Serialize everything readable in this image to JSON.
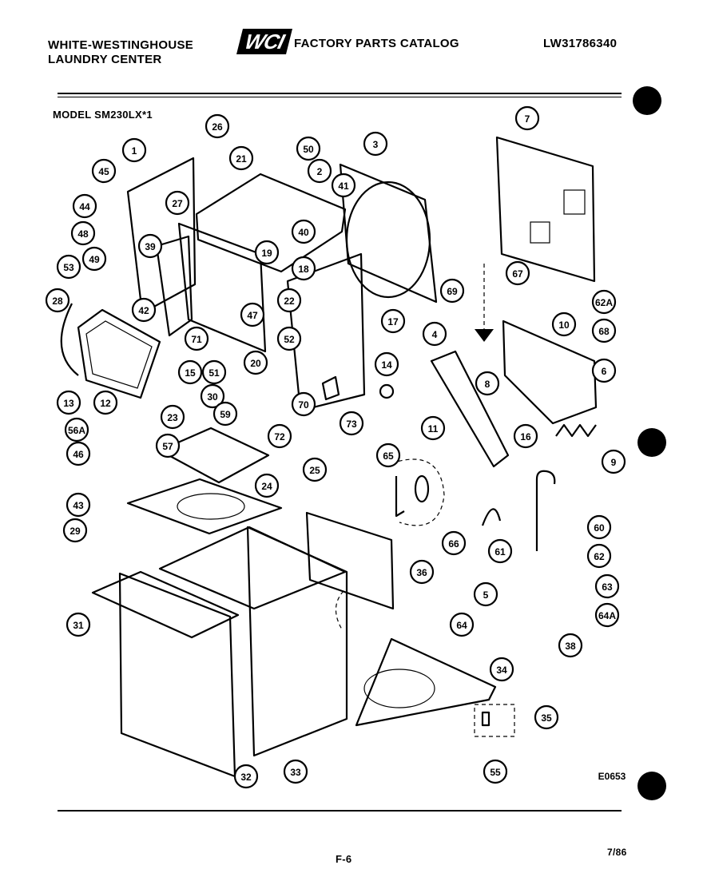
{
  "header": {
    "company_line1": "WHITE-WESTINGHOUSE",
    "company_line2": "LAUNDRY CENTER",
    "logo_text": "WCI",
    "catalog_title": "FACTORY PARTS CATALOG",
    "catalog_number": "LW31786340",
    "model": "MODEL SM230LX*1"
  },
  "diagram": {
    "part_labels": [
      "1",
      "2",
      "3",
      "4",
      "5",
      "6",
      "7",
      "8",
      "9",
      "10",
      "11",
      "12",
      "13",
      "14",
      "15",
      "16",
      "17",
      "18",
      "19",
      "20",
      "21",
      "22",
      "23",
      "24",
      "25",
      "26",
      "27",
      "28",
      "29",
      "30",
      "31",
      "32",
      "33",
      "34",
      "35",
      "36",
      "38",
      "39",
      "40",
      "41",
      "42",
      "43",
      "44",
      "45",
      "46",
      "47",
      "48",
      "49",
      "50",
      "51",
      "52",
      "53",
      "55",
      "56A",
      "57",
      "59",
      "60",
      "61",
      "62",
      "63",
      "64",
      "64A",
      "65",
      "66",
      "67",
      "68",
      "70",
      "71",
      "72",
      "73",
      "62A",
      "69"
    ],
    "drawing_code": "E0653"
  },
  "footer": {
    "page": "F-6",
    "date": "7/86"
  }
}
